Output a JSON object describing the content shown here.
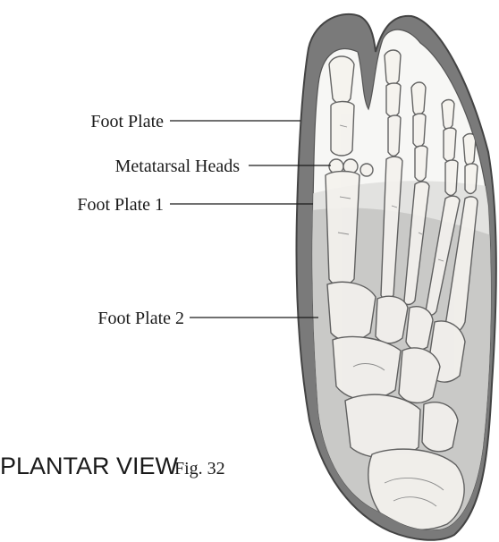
{
  "labels": {
    "foot_plate": "Foot Plate",
    "metatarsal_heads": "Metatarsal Heads",
    "foot_plate_1": "Foot Plate 1",
    "foot_plate_2": "Foot Plate 2"
  },
  "caption": {
    "main": "PLANTAR VIEW",
    "figure": "Fig. 32"
  },
  "colors": {
    "plate_outline": "#7a7a7a",
    "plate_inner": "#f7f7f5",
    "plate_1": "#e0e0de",
    "plate_2": "#c8c8c6",
    "text": "#1a1a1a"
  }
}
